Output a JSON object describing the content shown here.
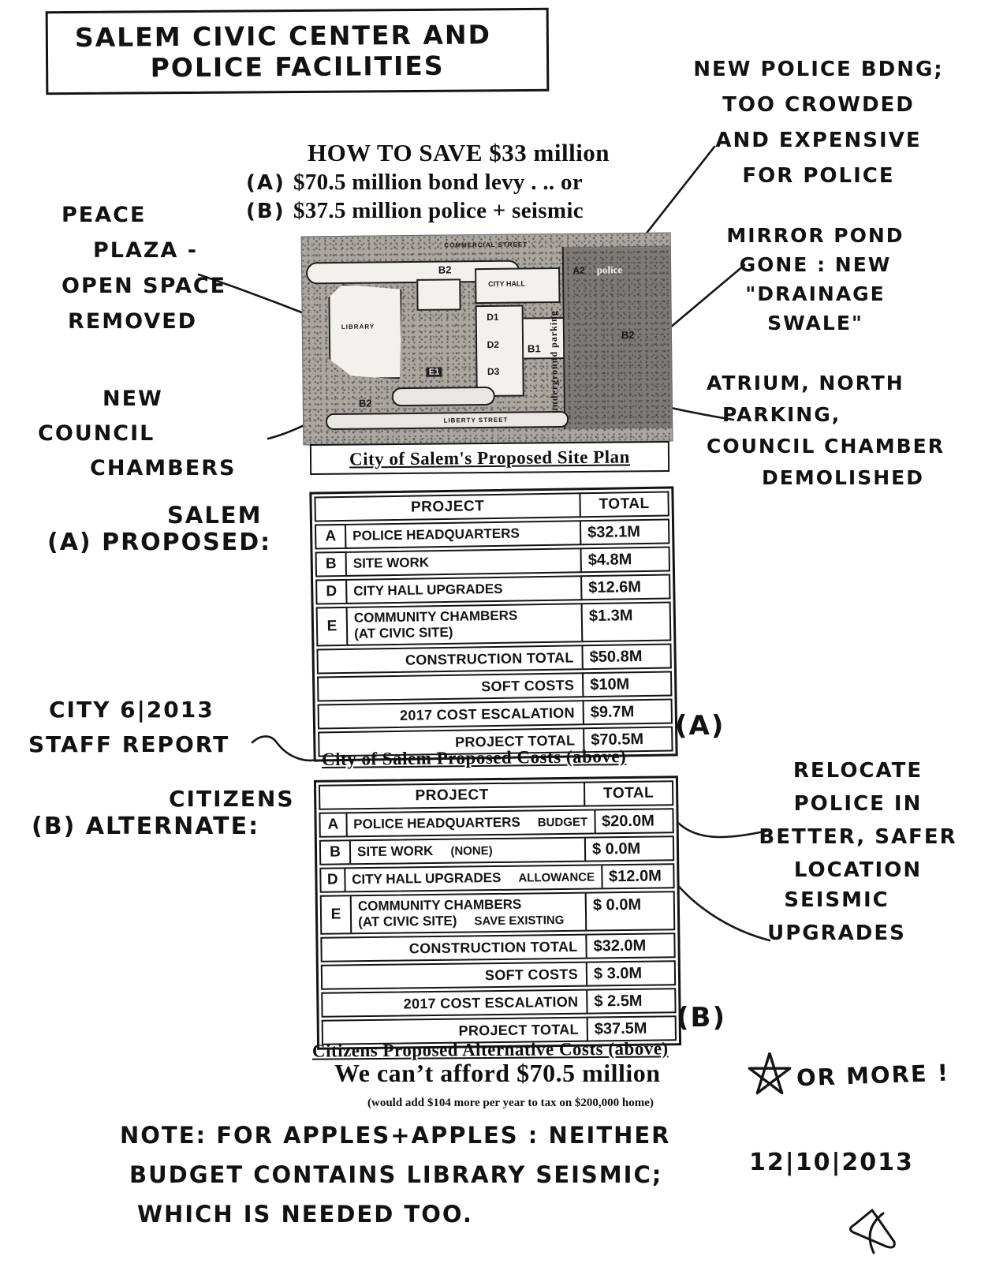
{
  "colors": {
    "ink": "#141414",
    "paper": "#ffffff"
  },
  "title_box": {
    "lines": [
      "SALEM CIVIC CENTER AND",
      "POLICE FACILITIES"
    ]
  },
  "headline": {
    "title": "HOW TO SAVE $33 million",
    "options": [
      {
        "marker": "(A)",
        "text": "$70.5 million bond levy . .. or"
      },
      {
        "marker": "(B)",
        "text": "$37.5 million police + seismic"
      }
    ]
  },
  "annotations": {
    "new_police": {
      "lines": [
        "NEW POLICE BDNG;",
        "TOO CROWDED",
        "AND EXPENSIVE",
        "FOR POLICE"
      ]
    },
    "peace_plaza": {
      "lines": [
        "PEACE",
        "PLAZA -",
        "OPEN SPACE",
        "REMOVED"
      ]
    },
    "mirror_pond": {
      "lines": [
        "MIRROR POND",
        "GONE : NEW",
        "\"DRAINAGE",
        "SWALE\""
      ]
    },
    "new_council": {
      "lines": [
        "NEW",
        "COUNCIL",
        "CHAMBERS"
      ]
    },
    "atrium": {
      "lines": [
        "ATRIUM, NORTH",
        "PARKING,",
        "COUNCIL CHAMBER",
        "DEMOLISHED"
      ]
    },
    "salem": "SALEM",
    "a_proposed": "(A) PROPOSED:",
    "staff_report": {
      "lines": [
        "CITY 6|2013",
        "STAFF REPORT"
      ]
    },
    "citizens": "CITIZENS",
    "b_alternate": "(B) ALTERNATE:",
    "relocate": {
      "lines": [
        "RELOCATE",
        "POLICE IN",
        "BETTER, SAFER",
        "LOCATION"
      ]
    },
    "seismic": {
      "lines": [
        "SEISMIC",
        "UPGRADES"
      ]
    },
    "marker_a": "(A)",
    "marker_b": "(B)",
    "or_more": "OR MORE !",
    "note": {
      "lines": [
        "NOTE: FOR APPLES+APPLES : NEITHER",
        "BUDGET CONTAINS LIBRARY SEISMIC;",
        "WHICH IS NEEDED TOO."
      ]
    },
    "date": "12|10|2013"
  },
  "site_plan": {
    "street_top": "COMMERCIAL STREET",
    "street_bottom": "LIBERTY STREET",
    "labels": {
      "b2_top": "B2",
      "library": "LIBRARY",
      "city_hall": "CITY HALL",
      "d1": "D1",
      "d2": "D2",
      "d3": "D3",
      "e1": "E1",
      "b1": "B1",
      "b2_left": "B2",
      "b2_right": "B2",
      "a2": "A2",
      "police": "police",
      "underground": "underground parking"
    },
    "caption": "City of Salem's Proposed  Site Plan"
  },
  "table_a": {
    "headers": {
      "project": "PROJECT",
      "total": "TOTAL"
    },
    "rows": [
      {
        "key": "A",
        "label": "POLICE HEADQUARTERS",
        "total": "$32.1M"
      },
      {
        "key": "B",
        "label": "SITE WORK",
        "total": "$4.8M"
      },
      {
        "key": "D",
        "label": "CITY HALL UPGRADES",
        "total": "$12.6M"
      },
      {
        "key": "E",
        "label": "COMMUNITY CHAMBERS",
        "sublabel": "(AT CIVIC SITE)",
        "total": "$1.3M"
      }
    ],
    "summary": [
      {
        "label": "CONSTRUCTION TOTAL",
        "total": "$50.8M"
      },
      {
        "label": "SOFT COSTS",
        "total": "$10M"
      },
      {
        "label": "2017 COST ESCALATION",
        "total": "$9.7M"
      },
      {
        "label": "PROJECT TOTAL",
        "total": "$70.5M"
      }
    ],
    "caption": "City of Salem Proposed Costs (above)"
  },
  "table_b": {
    "headers": {
      "project": "PROJECT",
      "total": "TOTAL"
    },
    "rows": [
      {
        "key": "A",
        "label": "POLICE HEADQUARTERS",
        "note": "BUDGET",
        "total": "$20.0M"
      },
      {
        "key": "B",
        "label": "SITE WORK",
        "note": "(NONE)",
        "total": "$ 0.0M"
      },
      {
        "key": "D",
        "label": "CITY HALL UPGRADES",
        "note": "ALLOWANCE",
        "total": "$12.0M"
      },
      {
        "key": "E",
        "label": "COMMUNITY CHAMBERS",
        "sublabel": "(AT CIVIC SITE)",
        "note": "SAVE EXISTING",
        "total": "$ 0.0M"
      }
    ],
    "summary": [
      {
        "label": "CONSTRUCTION TOTAL",
        "total": "$32.0M"
      },
      {
        "label": "SOFT COSTS",
        "total": "$ 3.0M"
      },
      {
        "label": "2017 COST ESCALATION",
        "total": "$ 2.5M"
      },
      {
        "label": "PROJECT TOTAL",
        "total": "$37.5M"
      }
    ],
    "caption": "Citizens Proposed Alternative Costs (above)"
  },
  "footer": {
    "cant_afford": "We can’t afford $70.5 million",
    "tax_note": "(would add $104 more per year to tax on $200,000 home)"
  }
}
